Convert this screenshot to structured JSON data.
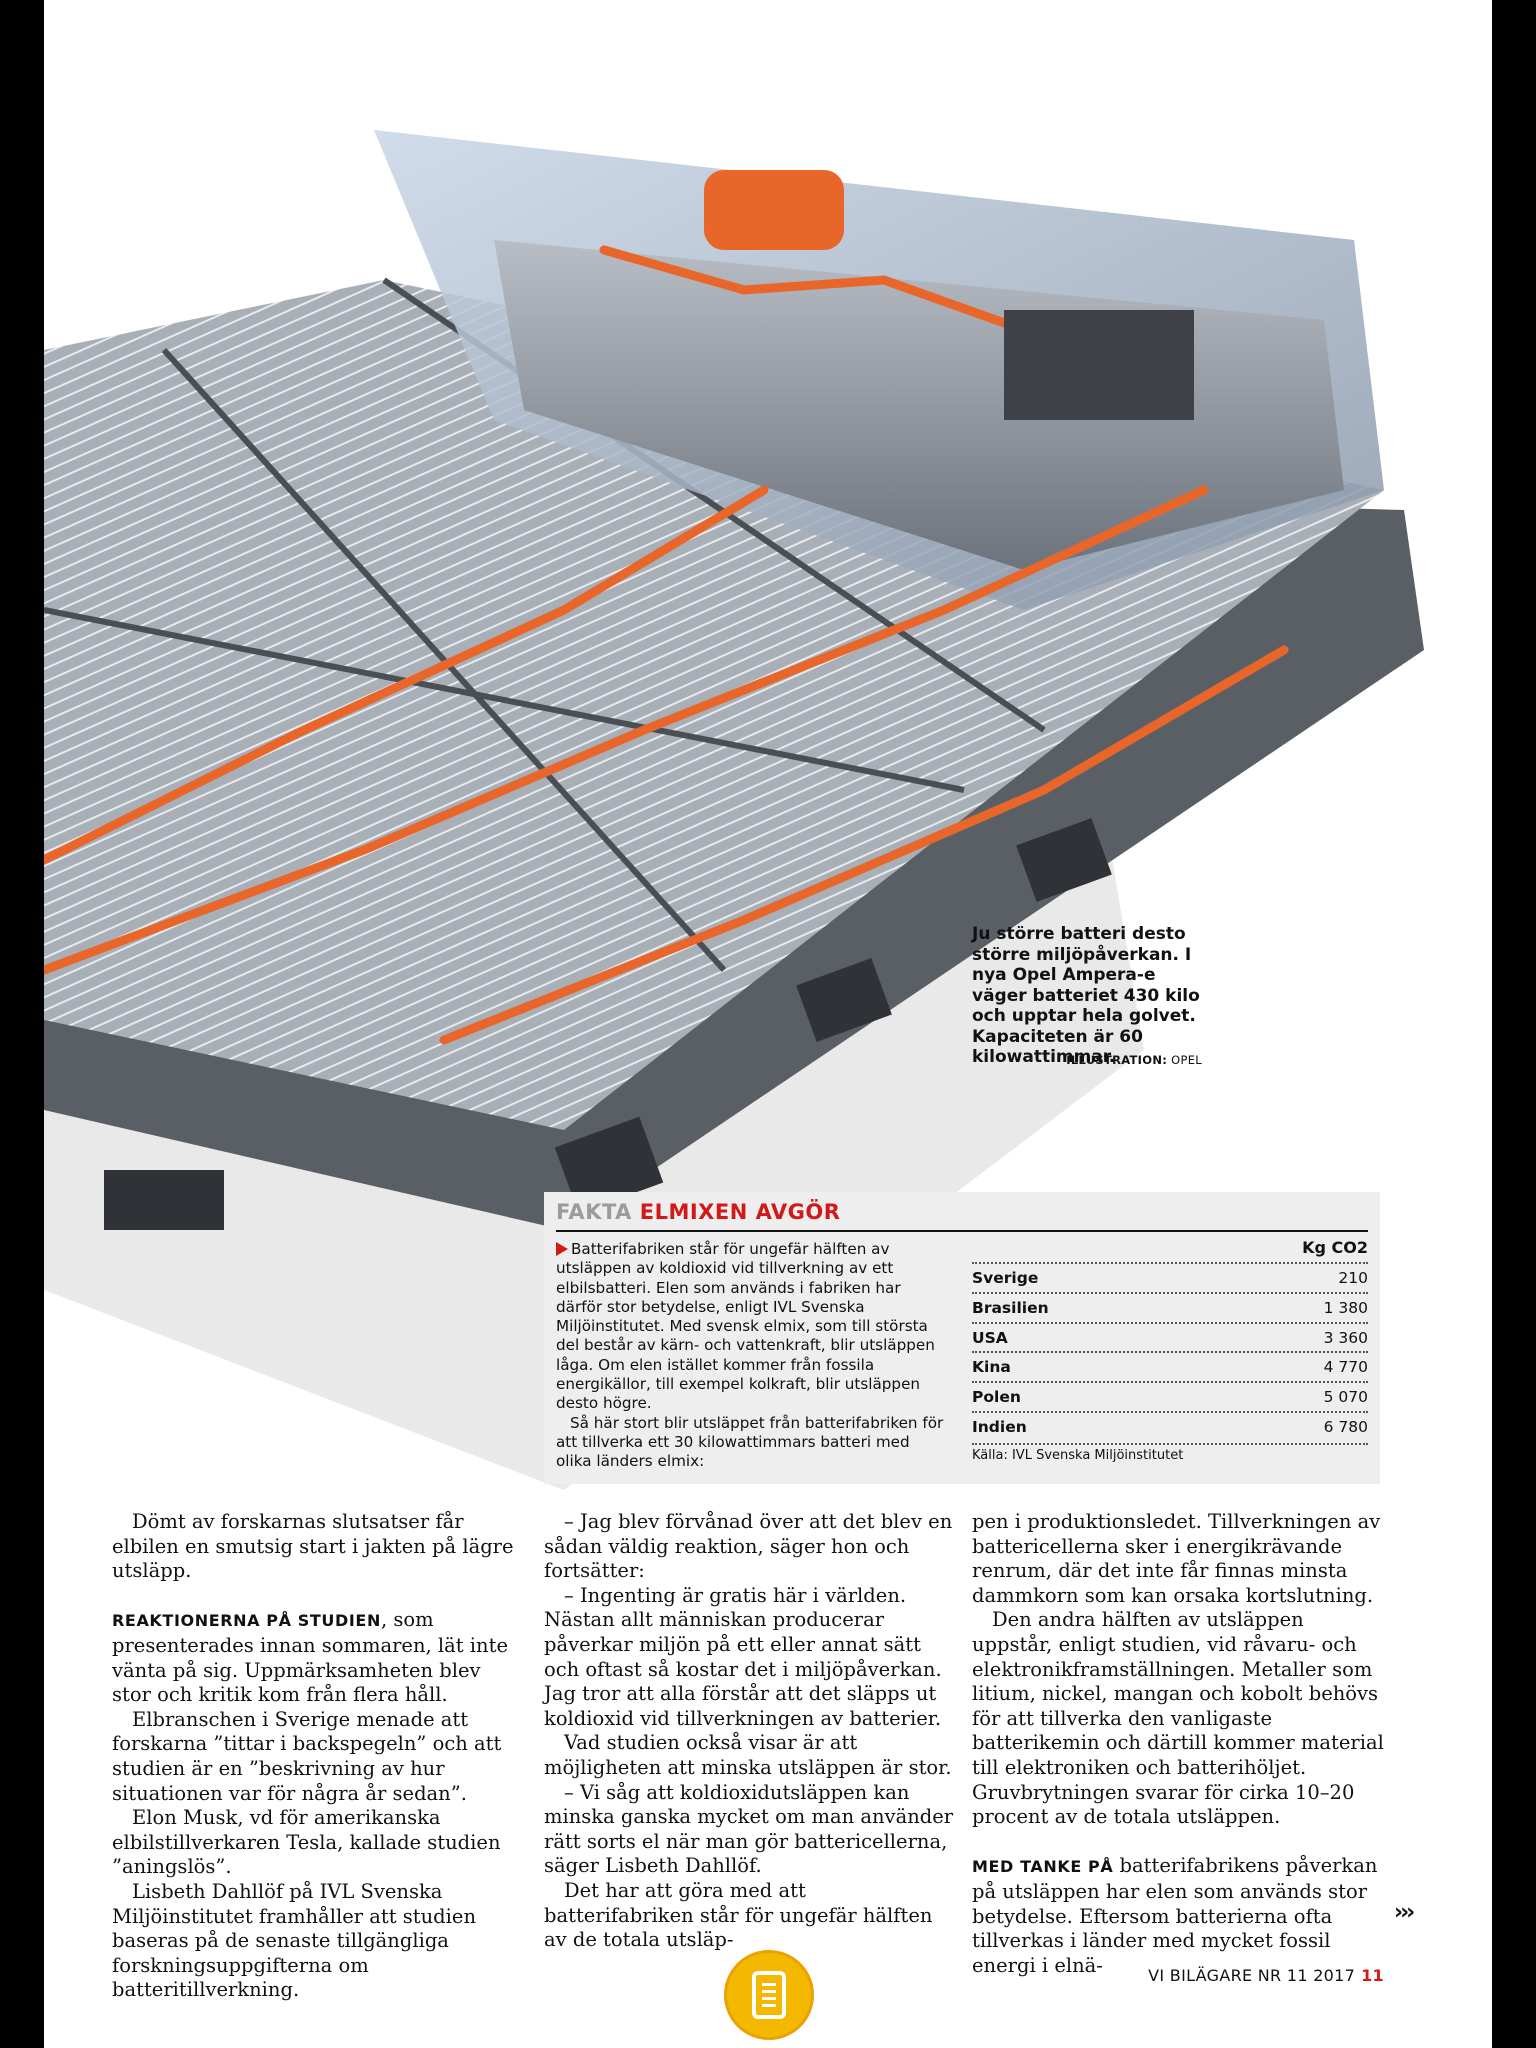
{
  "caption": {
    "text": "Ju större batteri desto större miljöpåverkan. I nya Opel Ampera-e väger batteriet 430 kilo och upptar hela golvet. Kapaciteten är 60 kilowattimmar.",
    "credit_label": "ILLUSTRATION:",
    "credit_name": "OPEL"
  },
  "fakta": {
    "kicker": "FAKTA",
    "title": "ELMIXEN AVGÖR",
    "paragraph1": "Batterifabriken står för ungefär hälften av utsläppen av koldioxid vid tillverkning av ett elbilsbatteri. Elen som används i fabriken har därför stor betydelse, enligt IVL Svenska Miljöinstitutet. Med svensk elmix, som till största del består av kärn- och vattenkraft, blir utsläppen låga. Om elen istället kommer från fossila energikällor, till exempel kolkraft, blir utsläppen desto högre.",
    "paragraph2": "Så här stort blir utsläppet från batterifabriken för att tillverka ett 30 kilowattimmars batteri med olika länders elmix:",
    "table_header": "Kg CO2",
    "rows": [
      {
        "country": "Sverige",
        "value": "210"
      },
      {
        "country": "Brasilien",
        "value": "1 380"
      },
      {
        "country": "USA",
        "value": "3 360"
      },
      {
        "country": "Kina",
        "value": "4 770"
      },
      {
        "country": "Polen",
        "value": "5 070"
      },
      {
        "country": "Indien",
        "value": "6 780"
      }
    ],
    "source": "Källa: IVL Svenska Miljöinstitutet"
  },
  "article": {
    "c1p1": "Dömt av forskarnas slutsatser får elbilen en smutsig start i jakten på lägre utsläpp.",
    "c1lead": "REAKTIONERNA PÅ STUDIEN",
    "c1p2": ", som presenterades innan sommaren, lät inte vänta på sig. Uppmärksamheten blev stor och kritik kom från flera håll.",
    "c1p3": "Elbranschen i Sverige menade att forskarna ”tittar i backspegeln” och att studien är en ”beskrivning av hur situationen var för några år sedan”.",
    "c1p4": "Elon Musk, vd för amerikanska elbilstillverkaren Tesla, kallade studien ”aningslös”.",
    "c1p5": "Lisbeth Dahllöf på IVL Svenska Miljöinstitutet framhåller att studien baseras på de senaste tillgängliga forskningsuppgifterna om batteritillverkning.",
    "c2p1": "– Jag blev förvånad över att det blev en sådan väldig reaktion, säger hon och fortsätter:",
    "c2p2": "– Ingenting är gratis här i världen. Nästan allt människan producerar påverkar miljön på ett eller annat sätt och oftast så kostar det i miljöpåverkan. Jag tror att alla förstår att det släpps ut koldioxid vid tillverkningen av batterier.",
    "c2p3": "Vad studien också visar är att möjligheten att minska utsläppen är stor.",
    "c2p4": "– Vi såg att koldioxidutsläppen kan minska ganska mycket om man använder rätt sorts el när man gör battericellerna, säger Lisbeth Dahllöf.",
    "c2p5": "Det har att göra med att batterifabriken står för ungefär hälften av de totala utsläp-",
    "c3p1": "pen i produktionsledet. Tillverkningen av battericellerna sker i energikrävande renrum, där det inte får finnas minsta dammkorn som kan orsaka kortslutning.",
    "c3p2": "Den andra hälften av utsläppen uppstår, enligt studien, vid råvaru- och elektronikframställningen. Metaller som litium, nickel, mangan och kobolt behövs för att tillverka den vanligaste batterikemin och därtill kommer material till elektroniken och batterihöljet. Gruvbrytningen svarar för cirka 10–20 procent av de totala utsläppen.",
    "c3lead": "MED TANKE PÅ",
    "c3p3": " batterifabrikens påverkan på utsläppen har elen som används stor betydelse. Eftersom batterierna ofta tillverkas i länder med mycket fossil energi i elnä-",
    "continue_mark": "›››"
  },
  "footer": {
    "magazine": "VI BILÄGARE NR 11 2017",
    "page": "11"
  }
}
